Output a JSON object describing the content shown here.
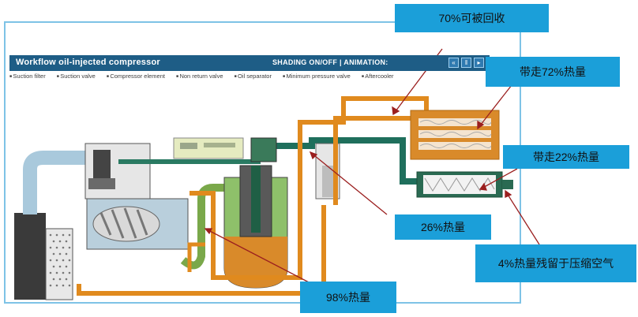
{
  "panel": {
    "title": "Workflow oil-injected compressor",
    "shading_label": "SHADING ON/OFF | ANIMATION:",
    "controls": [
      "rewind-button",
      "pause-button",
      "play-button"
    ],
    "legend_items": [
      "Suction filter",
      "Suction valve",
      "Compressor element",
      "Non return valve",
      "Oil separator",
      "Minimum pressure valve",
      "Aftercooler"
    ]
  },
  "callouts": {
    "recoverable": "70%可被回收",
    "heat_72": "带走72%热量",
    "heat_22": "带走22%热量",
    "heat_26": "26%热量",
    "heat_4": "4%热量残留于压缩空气",
    "heat_98": "98%热量"
  },
  "colors": {
    "callout_bg": "#1b9fd9",
    "oil_pipe": "#e08a1e",
    "air_pipe": "#1f6f5c",
    "frame_border": "#7ec3e6",
    "titlebar": "#1e5d86"
  }
}
